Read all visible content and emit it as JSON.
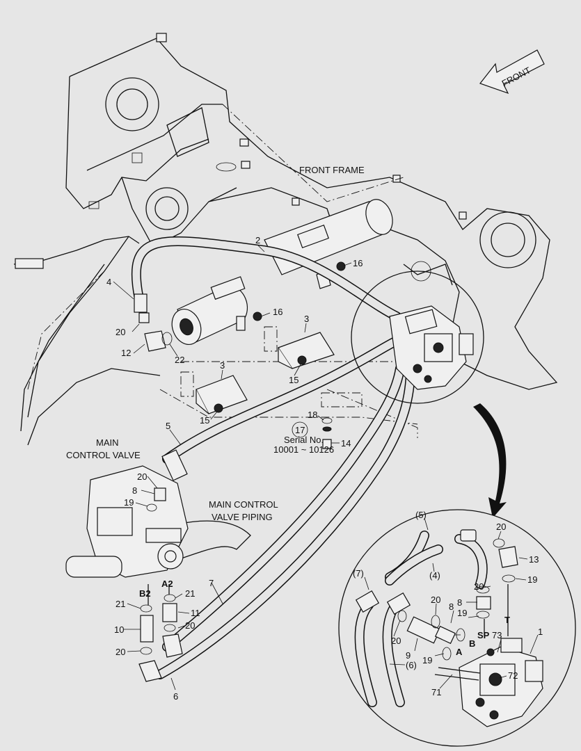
{
  "labels": {
    "front_arrow": "FRONT",
    "front_frame": "FRONT FRAME",
    "main_control_valve_1": "MAIN",
    "main_control_valve_2": "CONTROL VALVE",
    "mcv_piping_1": "MAIN CONTROL",
    "mcv_piping_2": "VALVE PIPING",
    "serial_1": "Serial No.",
    "serial_2": "10001 ~ 10126"
  },
  "ports": {
    "b2": "B2",
    "a2": "A2",
    "a": "A",
    "b": "B",
    "sp": "SP",
    "t": "T"
  },
  "callouts": {
    "c2": "2",
    "c4": "4",
    "c16a": "16",
    "c16b": "16",
    "c20a": "20",
    "c12": "12",
    "c22": "22",
    "c3a": "3",
    "c3b": "3",
    "c15a": "15",
    "c15b": "15",
    "c18": "18",
    "c17": "17",
    "c14": "14",
    "c5": "5",
    "c20b": "20",
    "c8a": "8",
    "c19a": "19",
    "c7": "7",
    "c21a": "21",
    "c21b": "21",
    "c11": "11",
    "c10": "10",
    "c20c": "20",
    "c20d": "20",
    "c6": "6",
    "d5": "(5)",
    "d20a": "20",
    "d13": "13",
    "d7": "(7)",
    "d4": "(4)",
    "d20b": "20",
    "d19a": "19",
    "d8a": "8",
    "d20c": "20",
    "d8b": "8",
    "d19b": "19",
    "d20d": "20",
    "d9": "9",
    "d73": "73",
    "d1": "1",
    "d19c": "19",
    "d6": "(6)",
    "d72": "72",
    "d71": "71"
  }
}
